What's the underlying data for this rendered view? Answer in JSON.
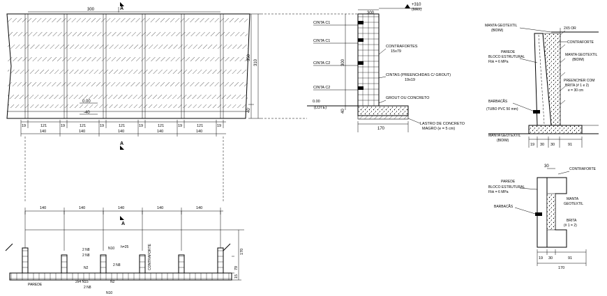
{
  "elevation": {
    "top_dim": "300",
    "wall_height_dim": "350",
    "total_height_dim": "310",
    "base_dim": "40",
    "level_zero": "0.00",
    "level_minus": "-40",
    "cell_widths": [
      "19",
      "121",
      "19",
      "121",
      "19",
      "121",
      "19",
      "121",
      "19",
      "121",
      "19"
    ],
    "bay_widths": [
      "140",
      "140",
      "140",
      "140",
      "140"
    ],
    "section_mark": "A"
  },
  "section_a": {
    "top_level": "+310",
    "top_level_note": "(MAX)",
    "top_dim": "300",
    "height_dim": "300",
    "base_dim": "40",
    "labels": {
      "cinta_c1_top": "CINTA C1",
      "cinta_c1": "CINTA C1",
      "cinta_c2_mid": "CINTA C2",
      "cinta_c2": "CINTA C2",
      "contrafortes": "CONTRAFORTES",
      "contrafortes_size": "15x79",
      "cintas": "CINTAS (PREENCHIDAS C/ GROUT)",
      "cintas_size": "19x19",
      "grout": "GROUT OU CONCRETO",
      "level": "0.00",
      "lote": "(LOTE)",
      "lastro": "LASTRO DE CONCRETO",
      "lastro_note": "MAGRO (e = 5 cm)",
      "base_width": "170"
    }
  },
  "detail_b": {
    "manta_top": "MANTA GEOTEXTIL",
    "manta_top_note": "(BIDIM)",
    "contrafort": "CONTRAFORTE",
    "parede": "PAREDE",
    "bloco": "BLOCO ESTRUTURAL",
    "fbk": "Fbk = 6 MPa",
    "manta_side": "MANTA GEOTEXTIL",
    "manta_side_note": "(BIDIM)",
    "preencher": "PREENCHER COM",
    "brita": "BRITA (# 1 e 2)",
    "espessura": "e = 30 cm",
    "barbaca": "BARBACÃS",
    "tubo": "(TUBO PVC 50 mm)",
    "manta_bottom": "MANTA GEOTEXTIL",
    "manta_bottom_note": "(BIDIM)",
    "dims": [
      "19",
      "30",
      "30",
      "91"
    ],
    "top_note": "2X5 OR"
  },
  "detail_c": {
    "top_dim": "30",
    "contrafort": "CONTRAFORTE",
    "parede": "PAREDE",
    "bloco": "BLOCO ESTRUTURAL",
    "fbk": "Fbk = 6 MPa",
    "manta": "MANTA",
    "geotextil": "GEOTEXTIL",
    "barbacas": "BARBACÃS",
    "brita": "BRITA",
    "brita_note": "(# 1 = 2)",
    "dims": [
      "19",
      "30",
      "91"
    ],
    "total": "170"
  },
  "plan": {
    "bay_widths": [
      "140",
      "140",
      "140",
      "140",
      "140"
    ],
    "parede": "PAREDE",
    "contraforte": "CONTRAFORTE",
    "rebar_1": "2 N8",
    "rebar_2": "2 N8",
    "rebar_3": "N10",
    "rebar_h": "h=25",
    "rebar_4": "N2",
    "rebar_5": "2 N8",
    "rebar_6": "2x4 N15",
    "rebar_7": "N2",
    "rebar_8": "2 N8",
    "rebar_9": "N10",
    "height_dim_1": "170",
    "height_dim_2": "79",
    "height_dim_3": "15",
    "section_mark": "A"
  }
}
